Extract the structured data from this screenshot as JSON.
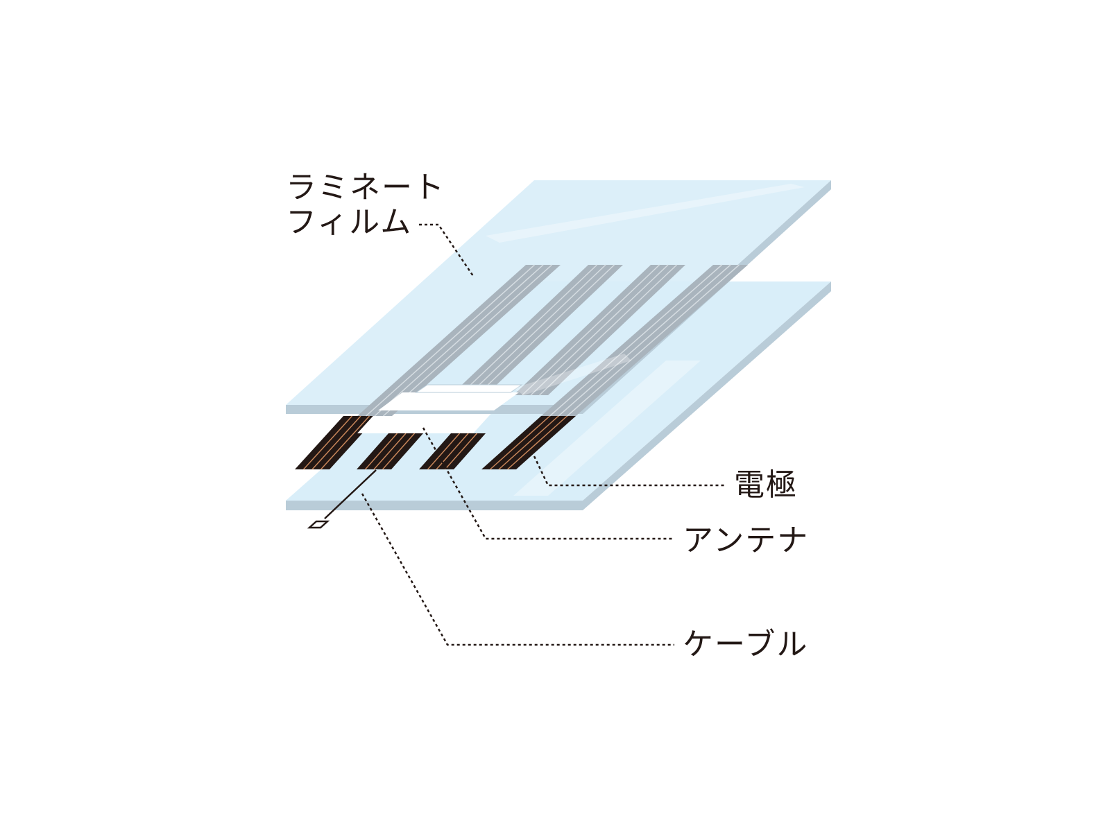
{
  "labels": {
    "laminate_line1": "ラミネート",
    "laminate_line2": "フィルム",
    "electrode": "電極",
    "antenna": "アンテナ",
    "cable": "ケーブル"
  },
  "colors": {
    "film_fill": "#d9eef9",
    "film_edge": "#b9ccd8",
    "electrode_through_film": "#a9b4bd",
    "electrode_exposed": "#231815",
    "conductor_line": "#c8865a",
    "leader_line": "#231815",
    "text": "#231815"
  },
  "electrode_count": 4
}
